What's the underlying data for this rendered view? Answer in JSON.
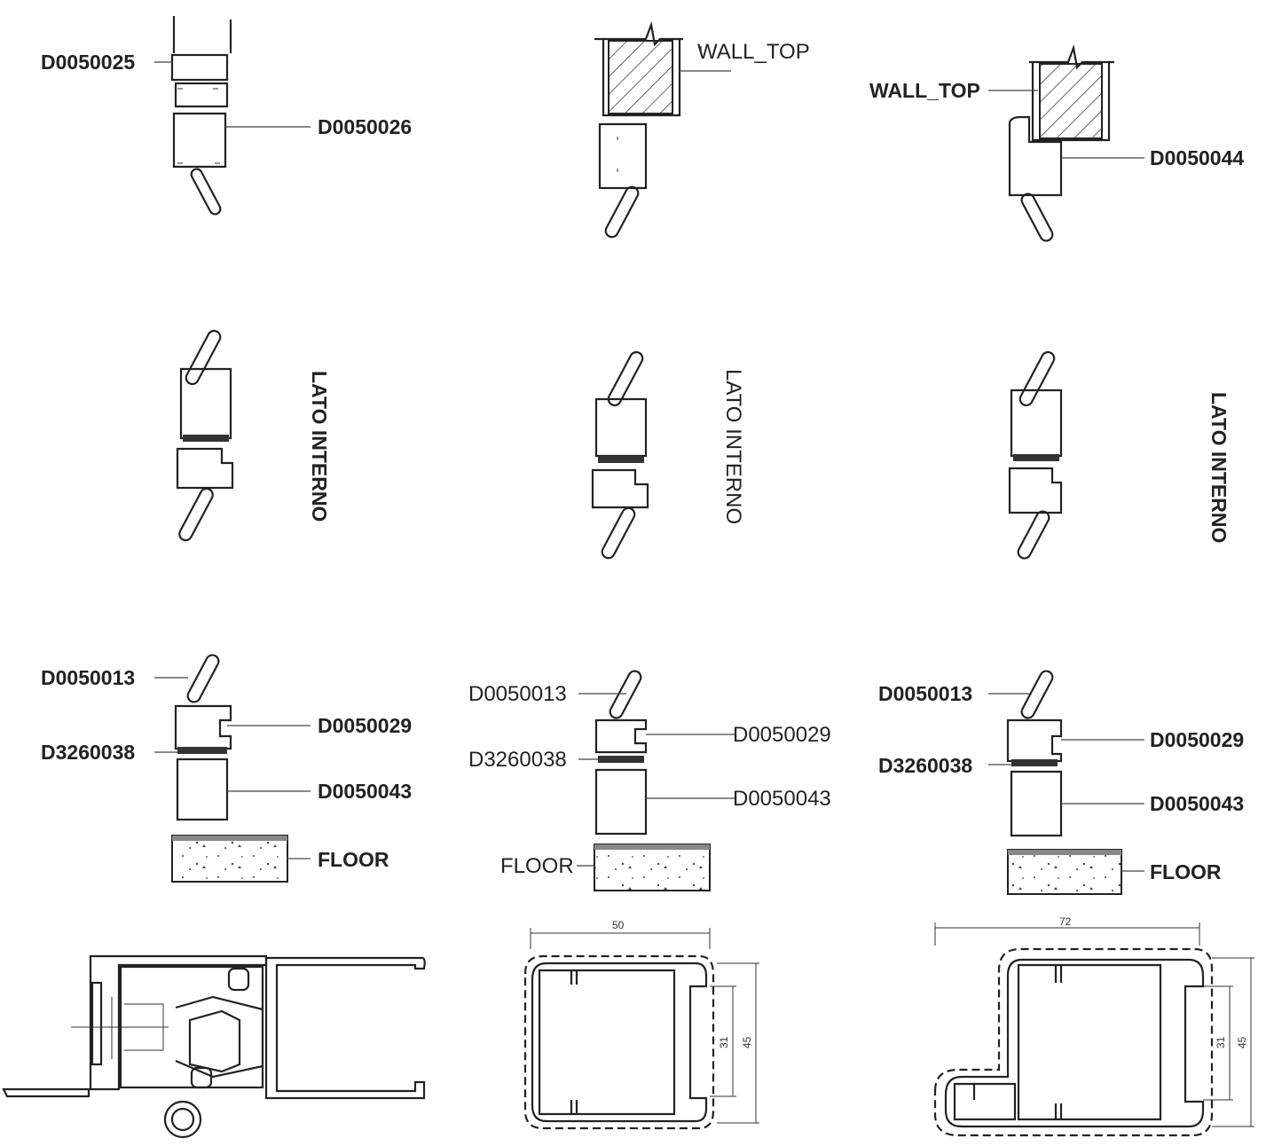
{
  "labels": {
    "d0050025": "D0050025",
    "d0050026": "D0050026",
    "wall_top": "WALL_TOP",
    "d0050044": "D0050044",
    "lato_interno": "LATO INTERNO",
    "d0050013": "D0050013",
    "d0050029": "D0050029",
    "d3260038": "D3260038",
    "d0050043": "D0050043",
    "floor": "FLOOR"
  },
  "dimensions": {
    "profile2_width": "50",
    "profile2_inner": "31",
    "profile2_height": "45",
    "profile3_width": "72",
    "profile3_inner": "31",
    "profile3_height": "45"
  }
}
